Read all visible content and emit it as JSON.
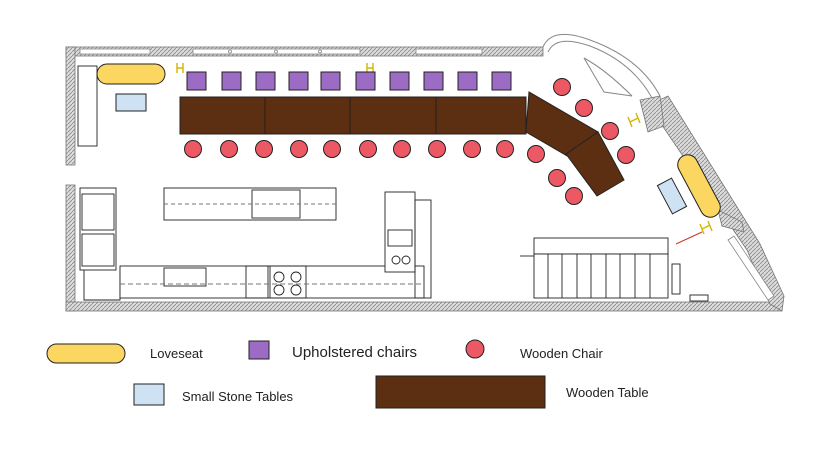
{
  "legend": {
    "loveseat": "Loveseat",
    "upholstered": "Upholstered chairs",
    "wooden_chair": "Wooden Chair",
    "stone_table": "Small Stone Tables",
    "wooden_table": "Wooden Table"
  },
  "colors": {
    "loveseat": "#FBD660",
    "upholstered": "#9C6BC4",
    "wooden_chair": "#EC5863",
    "stone_table": "#CFE2F3",
    "wooden_table": "#5C2F12",
    "wall": "#999999",
    "outline": "#222222"
  }
}
